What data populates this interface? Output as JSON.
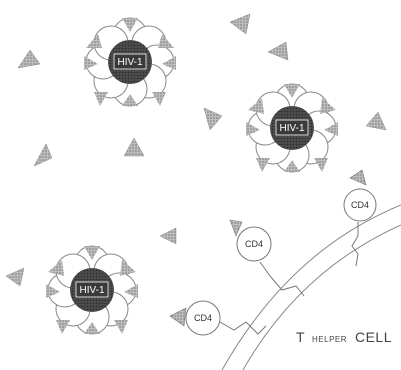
{
  "virus_label": "HIV-1",
  "receptor_label": "CD4",
  "cell_label": {
    "t_letter": "T",
    "helper": "HELPER",
    "cell": "CELL"
  },
  "colors": {
    "core": "#5a5a5a",
    "triangle": "#9a9a9a",
    "petal": "#ffffff",
    "stroke": "#777777"
  }
}
